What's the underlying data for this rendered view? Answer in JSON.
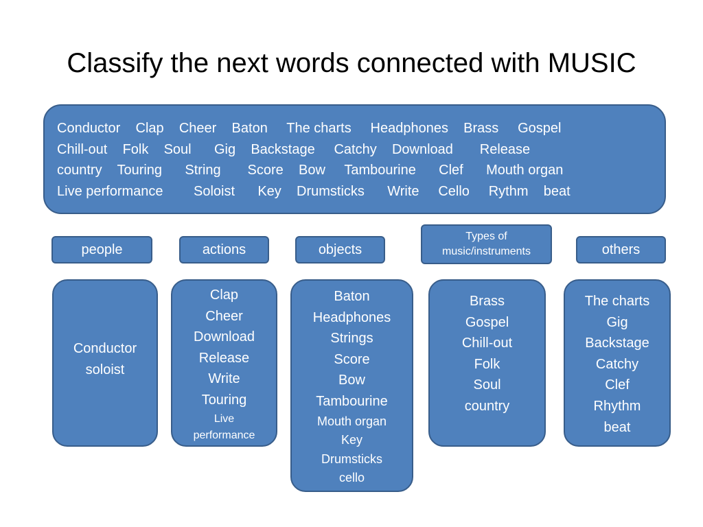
{
  "title": "Classify the next words connected with MUSIC",
  "word_bank": {
    "lines": [
      "Conductor    Clap    Cheer    Baton     The charts     Headphones    Brass     Gospel",
      "Chill-out    Folk    Soul      Gig    Backstage     Catchy    Download       Release",
      "country    Touring      String       Score    Bow     Tambourine      Clef      Mouth organ",
      "Live performance        Soloist      Key    Drumsticks      Write     Cello     Rythm    beat"
    ]
  },
  "categories": [
    {
      "label": "people",
      "items": [
        "Conductor",
        "soloist"
      ]
    },
    {
      "label": "actions",
      "items": [
        "Clap",
        "Cheer",
        "Download",
        "Release",
        "Write",
        "Touring",
        "Live",
        "performance"
      ]
    },
    {
      "label": "objects",
      "items": [
        "Baton",
        "Headphones",
        "Strings",
        "Score",
        "Bow",
        "Tambourine",
        "Mouth organ",
        "Key",
        "Drumsticks",
        "cello"
      ]
    },
    {
      "label": "Types of music/instruments",
      "label_lines": [
        "Types of",
        "music/instruments"
      ],
      "items": [
        "Brass",
        "Gospel",
        "Chill-out",
        "Folk",
        "Soul",
        "country"
      ]
    },
    {
      "label": "others",
      "items": [
        "The charts",
        "Gig",
        "Backstage",
        "Catchy",
        "Clef",
        "Rhythm",
        "beat"
      ]
    }
  ],
  "colors": {
    "box_fill": "#4f81bd",
    "box_border": "#385d8a",
    "text_on_box": "#ffffff",
    "title": "#000000"
  }
}
